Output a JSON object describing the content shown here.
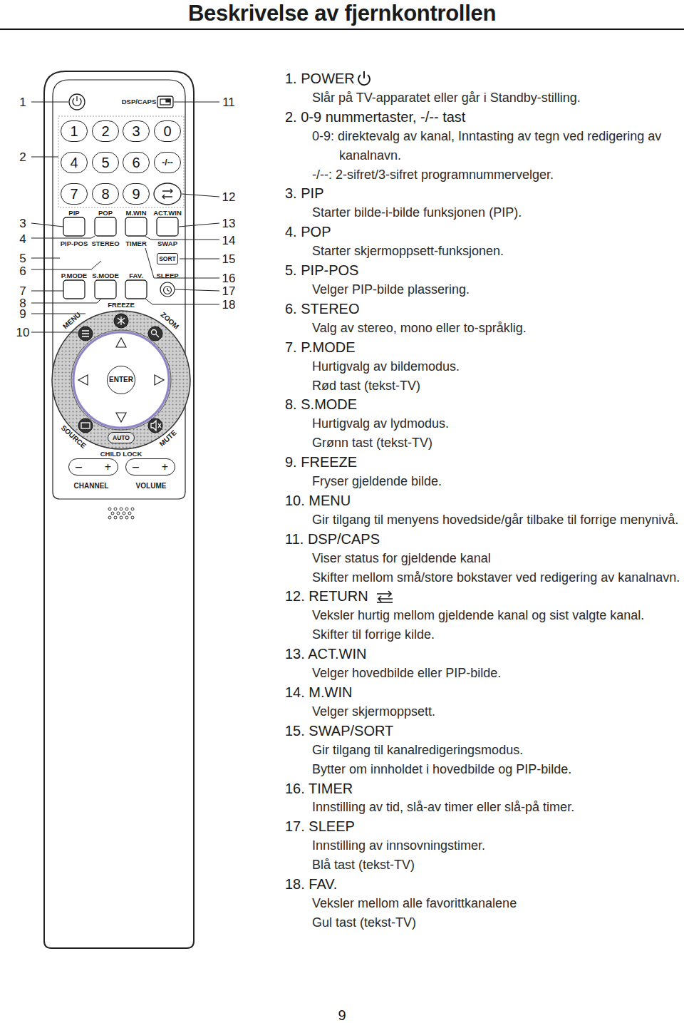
{
  "diagram": {
    "title": "Beskrivelse av fjernkontrollen",
    "nodes": [
      {
        "text": [
          "1"
        ]
      },
      {
        "text": [
          "2"
        ]
      },
      {
        "text": [
          "3"
        ]
      },
      {
        "text": [
          "0"
        ]
      },
      {
        "text": [
          "4"
        ]
      },
      {
        "text": [
          "5"
        ]
      },
      {
        "text": [
          "6"
        ]
      },
      {
        "text": [
          "-/--"
        ]
      },
      {
        "text": [
          "7"
        ]
      },
      {
        "text": [
          "8"
        ]
      },
      {
        "text": [
          "9"
        ]
      },
      {
        "text": [
          "SORT"
        ]
      },
      {
        "text": [
          "ENTER"
        ]
      },
      {
        "text": [
          "AUTO"
        ]
      },
      {
        "text": [
          "–",
          "+"
        ]
      },
      {
        "text": [
          "–",
          "+"
        ]
      }
    ],
    "labels": [
      "1",
      "2",
      "3",
      "4",
      "5",
      "6",
      "7",
      "8",
      "9",
      "10",
      "11",
      "12",
      "13",
      "14",
      "15",
      "16",
      "17",
      "18",
      "DSP/CAPS",
      "PIP",
      "POP",
      "M.WIN",
      "ACT.WIN",
      "PIP-POS",
      "STEREO",
      "TIMER",
      "SWAP",
      "P.MODE",
      "S.MODE",
      "FAV.",
      "SLEEP",
      "FREEZE",
      "MENU",
      "ZOOM",
      "SOURCE",
      "MUTE",
      "CHILD LOCK",
      "CHANNEL",
      "VOLUME",
      "1. POWER",
      "Slår på TV-apparatet eller går i Standby-stilling.",
      "2. 0-9 nummertaster, -/-- tast",
      "0-9: direktevalg av kanal, Inntasting av tegn ved redigering av kanalnavn.",
      "-/--: 2-sifret/3-sifret programnummervelger.",
      "3. PIP",
      "Starter bilde-i-bilde funksjonen (PIP).",
      "4. POP",
      "Starter skjermoppsett-funksjonen.",
      "5. PIP-POS",
      "Velger PIP-bilde plassering.",
      "6. STEREO",
      "Valg av stereo, mono eller to-språklig.",
      "7. P.MODE",
      "Hurtigvalg av bildemodus.",
      "Rød tast (tekst-TV)",
      "8. S.MODE",
      "Hurtigvalg av lydmodus.",
      "Grønn tast (tekst-TV)",
      "9. FREEZE",
      "Fryser gjeldende bilde.",
      "10. MENU",
      "Gir tilgang til menyens hovedside/går tilbake til forrige menynivå.",
      "11. DSP/CAPS",
      "Viser status for gjeldende kanal",
      "Skifter mellom små/store bokstaver ved redigering av kanalnavn.",
      "12. RETURN",
      "Veksler hurtig mellom gjeldende kanal og sist valgte kanal.",
      "Skifter til forrige kilde.",
      "13. ACT.WIN",
      "Velger hovedbilde eller PIP-bilde.",
      "14. M.WIN",
      "Velger skjermoppsett.",
      "15. SWAP/SORT",
      "Gir tilgang til kanalredigeringsmodus.",
      "Bytter om innholdet i hovedbilde og PIP-bilde.",
      "16. TIMER",
      "Innstilling av tid, slå-av timer eller slå-på timer.",
      "17. SLEEP",
      "Innstilling av innsovningstimer.",
      "Blå tast (tekst-TV)",
      "18. FAV.",
      "Veksler mellom alle favorittkanalene",
      "Gul tast (tekst-TV)",
      "9"
    ]
  }
}
